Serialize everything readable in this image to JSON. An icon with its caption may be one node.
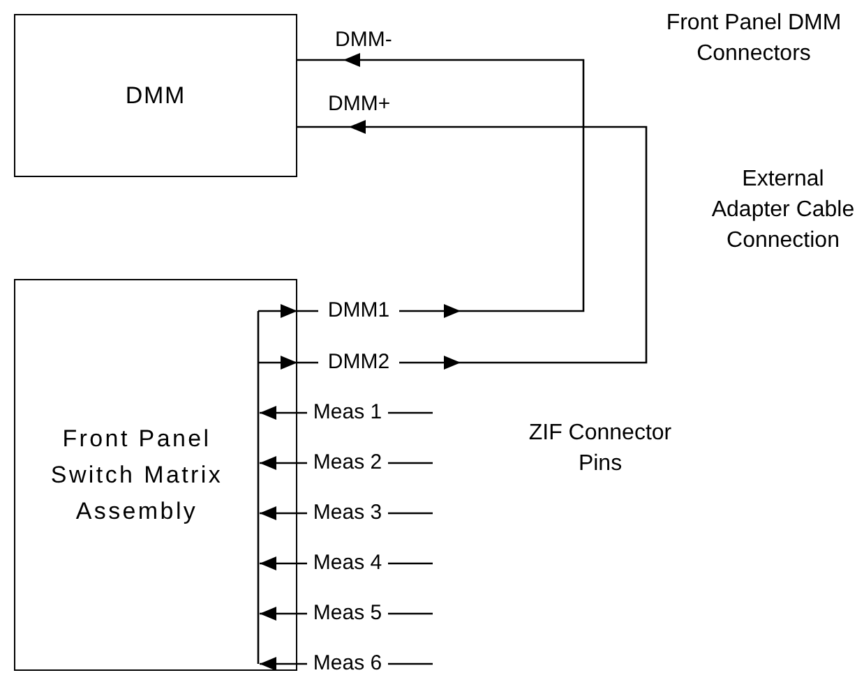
{
  "diagram": {
    "nodes": [
      {
        "text": [
          "DMM"
        ]
      },
      {
        "text": [
          "Front Panel Switch Matrix Assembly"
        ]
      },
      {
        "text": [
          "DMM1"
        ]
      },
      {
        "text": [
          "DMM2"
        ]
      },
      {
        "text": [
          "Meas 1"
        ]
      },
      {
        "text": [
          "Meas 2"
        ]
      },
      {
        "text": [
          "Meas 3"
        ]
      },
      {
        "text": [
          "Meas 4"
        ]
      },
      {
        "text": [
          "Meas 5"
        ]
      },
      {
        "text": [
          "Meas 6"
        ]
      }
    ],
    "edges": [
      {
        "from": 1,
        "to": 2,
        "arrow": "to"
      },
      {
        "from": 1,
        "to": 3,
        "arrow": "to"
      },
      {
        "from": 2,
        "to": 0,
        "arrow": "to",
        "label": "DMM-"
      },
      {
        "from": 3,
        "to": 0,
        "arrow": "to",
        "label": "DMM+"
      },
      {
        "from": 4,
        "to": 1,
        "arrow": "to"
      },
      {
        "from": 5,
        "to": 1,
        "arrow": "to"
      },
      {
        "from": 6,
        "to": 1,
        "arrow": "to"
      },
      {
        "from": 7,
        "to": 1,
        "arrow": "to"
      },
      {
        "from": 8,
        "to": 1,
        "arrow": "to"
      },
      {
        "from": 9,
        "to": 1,
        "arrow": "to"
      },
      {
        "from": null,
        "to": 4,
        "arrow": "none"
      },
      {
        "from": null,
        "to": 5,
        "arrow": "none"
      },
      {
        "from": null,
        "to": 6,
        "arrow": "none"
      },
      {
        "from": null,
        "to": 7,
        "arrow": "none"
      },
      {
        "from": null,
        "to": 8,
        "arrow": "none"
      },
      {
        "from": null,
        "to": 9,
        "arrow": "none"
      }
    ],
    "labels": [
      "Front Panel DMM Connectors",
      "External Adapter Cable Connection",
      "ZIF Connector Pins"
    ]
  }
}
